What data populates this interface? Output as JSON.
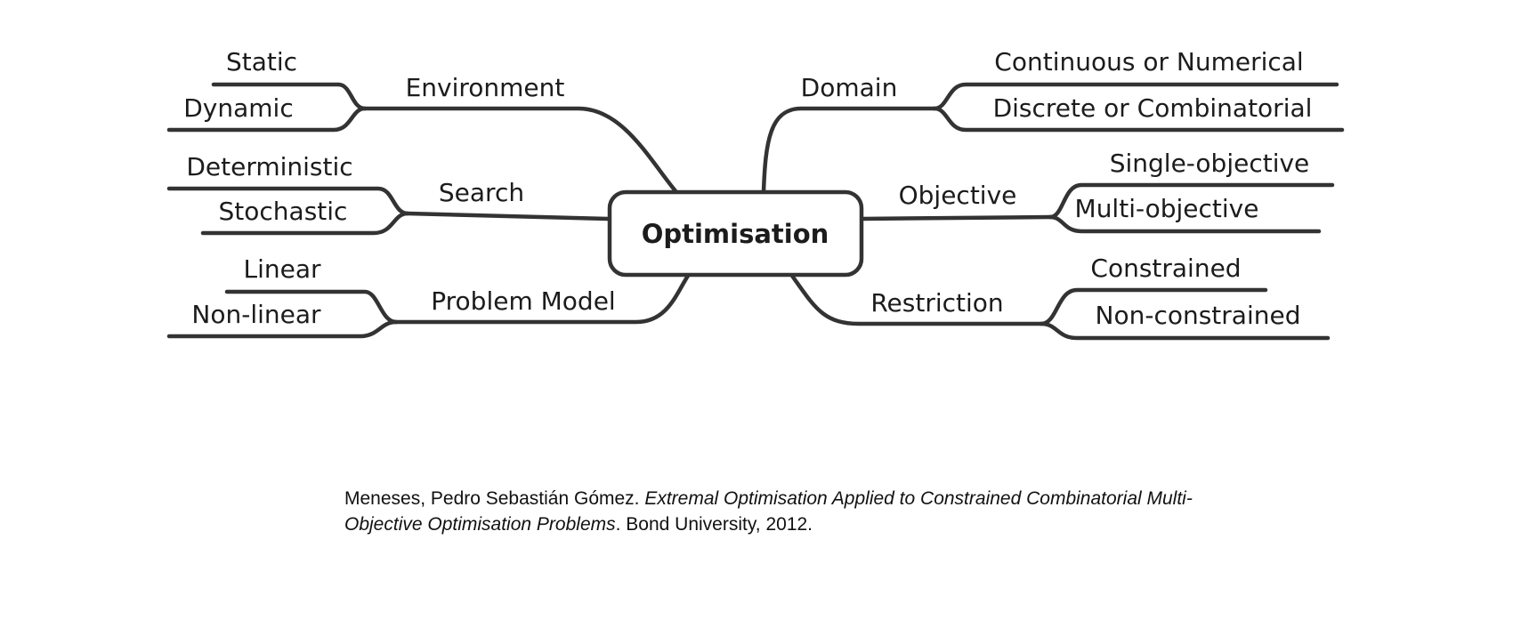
{
  "mindmap": {
    "center": "Optimisation",
    "branches": [
      {
        "label": "Environment",
        "children": [
          "Static",
          "Dynamic"
        ]
      },
      {
        "label": "Search",
        "children": [
          "Deterministic",
          "Stochastic"
        ]
      },
      {
        "label": "Problem Model",
        "children": [
          "Linear",
          "Non-linear"
        ]
      },
      {
        "label": "Domain",
        "children": [
          "Continuous or Numerical",
          "Discrete or Combinatorial"
        ]
      },
      {
        "label": "Objective",
        "children": [
          "Single-objective",
          "Multi-objective"
        ]
      },
      {
        "label": "Restriction",
        "children": [
          "Constrained",
          "Non-constrained"
        ]
      }
    ]
  },
  "citation": {
    "authors": "Meneses, Pedro Sebastián Gómez. ",
    "title": "Extremal Optimisation Applied to Constrained Combinatorial Multi-Objective Optimisation Problems",
    "publisher": ". Bond University, 2012."
  },
  "colors": {
    "line": "#333333",
    "text": "#1c1c1c",
    "background": "#ffffff"
  }
}
